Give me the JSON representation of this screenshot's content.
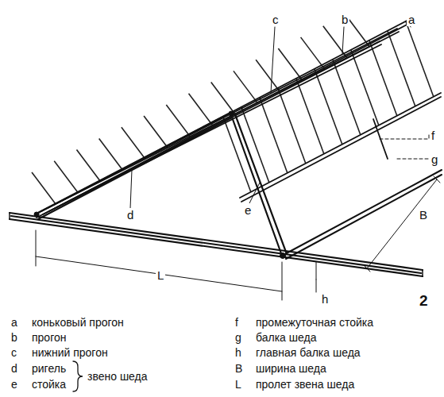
{
  "diagram": {
    "labels": [
      "c",
      "b",
      "a",
      "f",
      "g",
      "d",
      "e",
      "B",
      "L",
      "h",
      "2",
      "a",
      "коньковый прогон",
      "b",
      "прогон",
      "c",
      "нижний прогон",
      "d",
      "ригель",
      "e",
      "стойка",
      "звено шеда",
      "f",
      "промежуточная стойка",
      "g",
      "балка шеда",
      "h",
      "главная балка шеда",
      "B",
      "ширина шеда",
      "L",
      "пролет звена шеда"
    ]
  }
}
